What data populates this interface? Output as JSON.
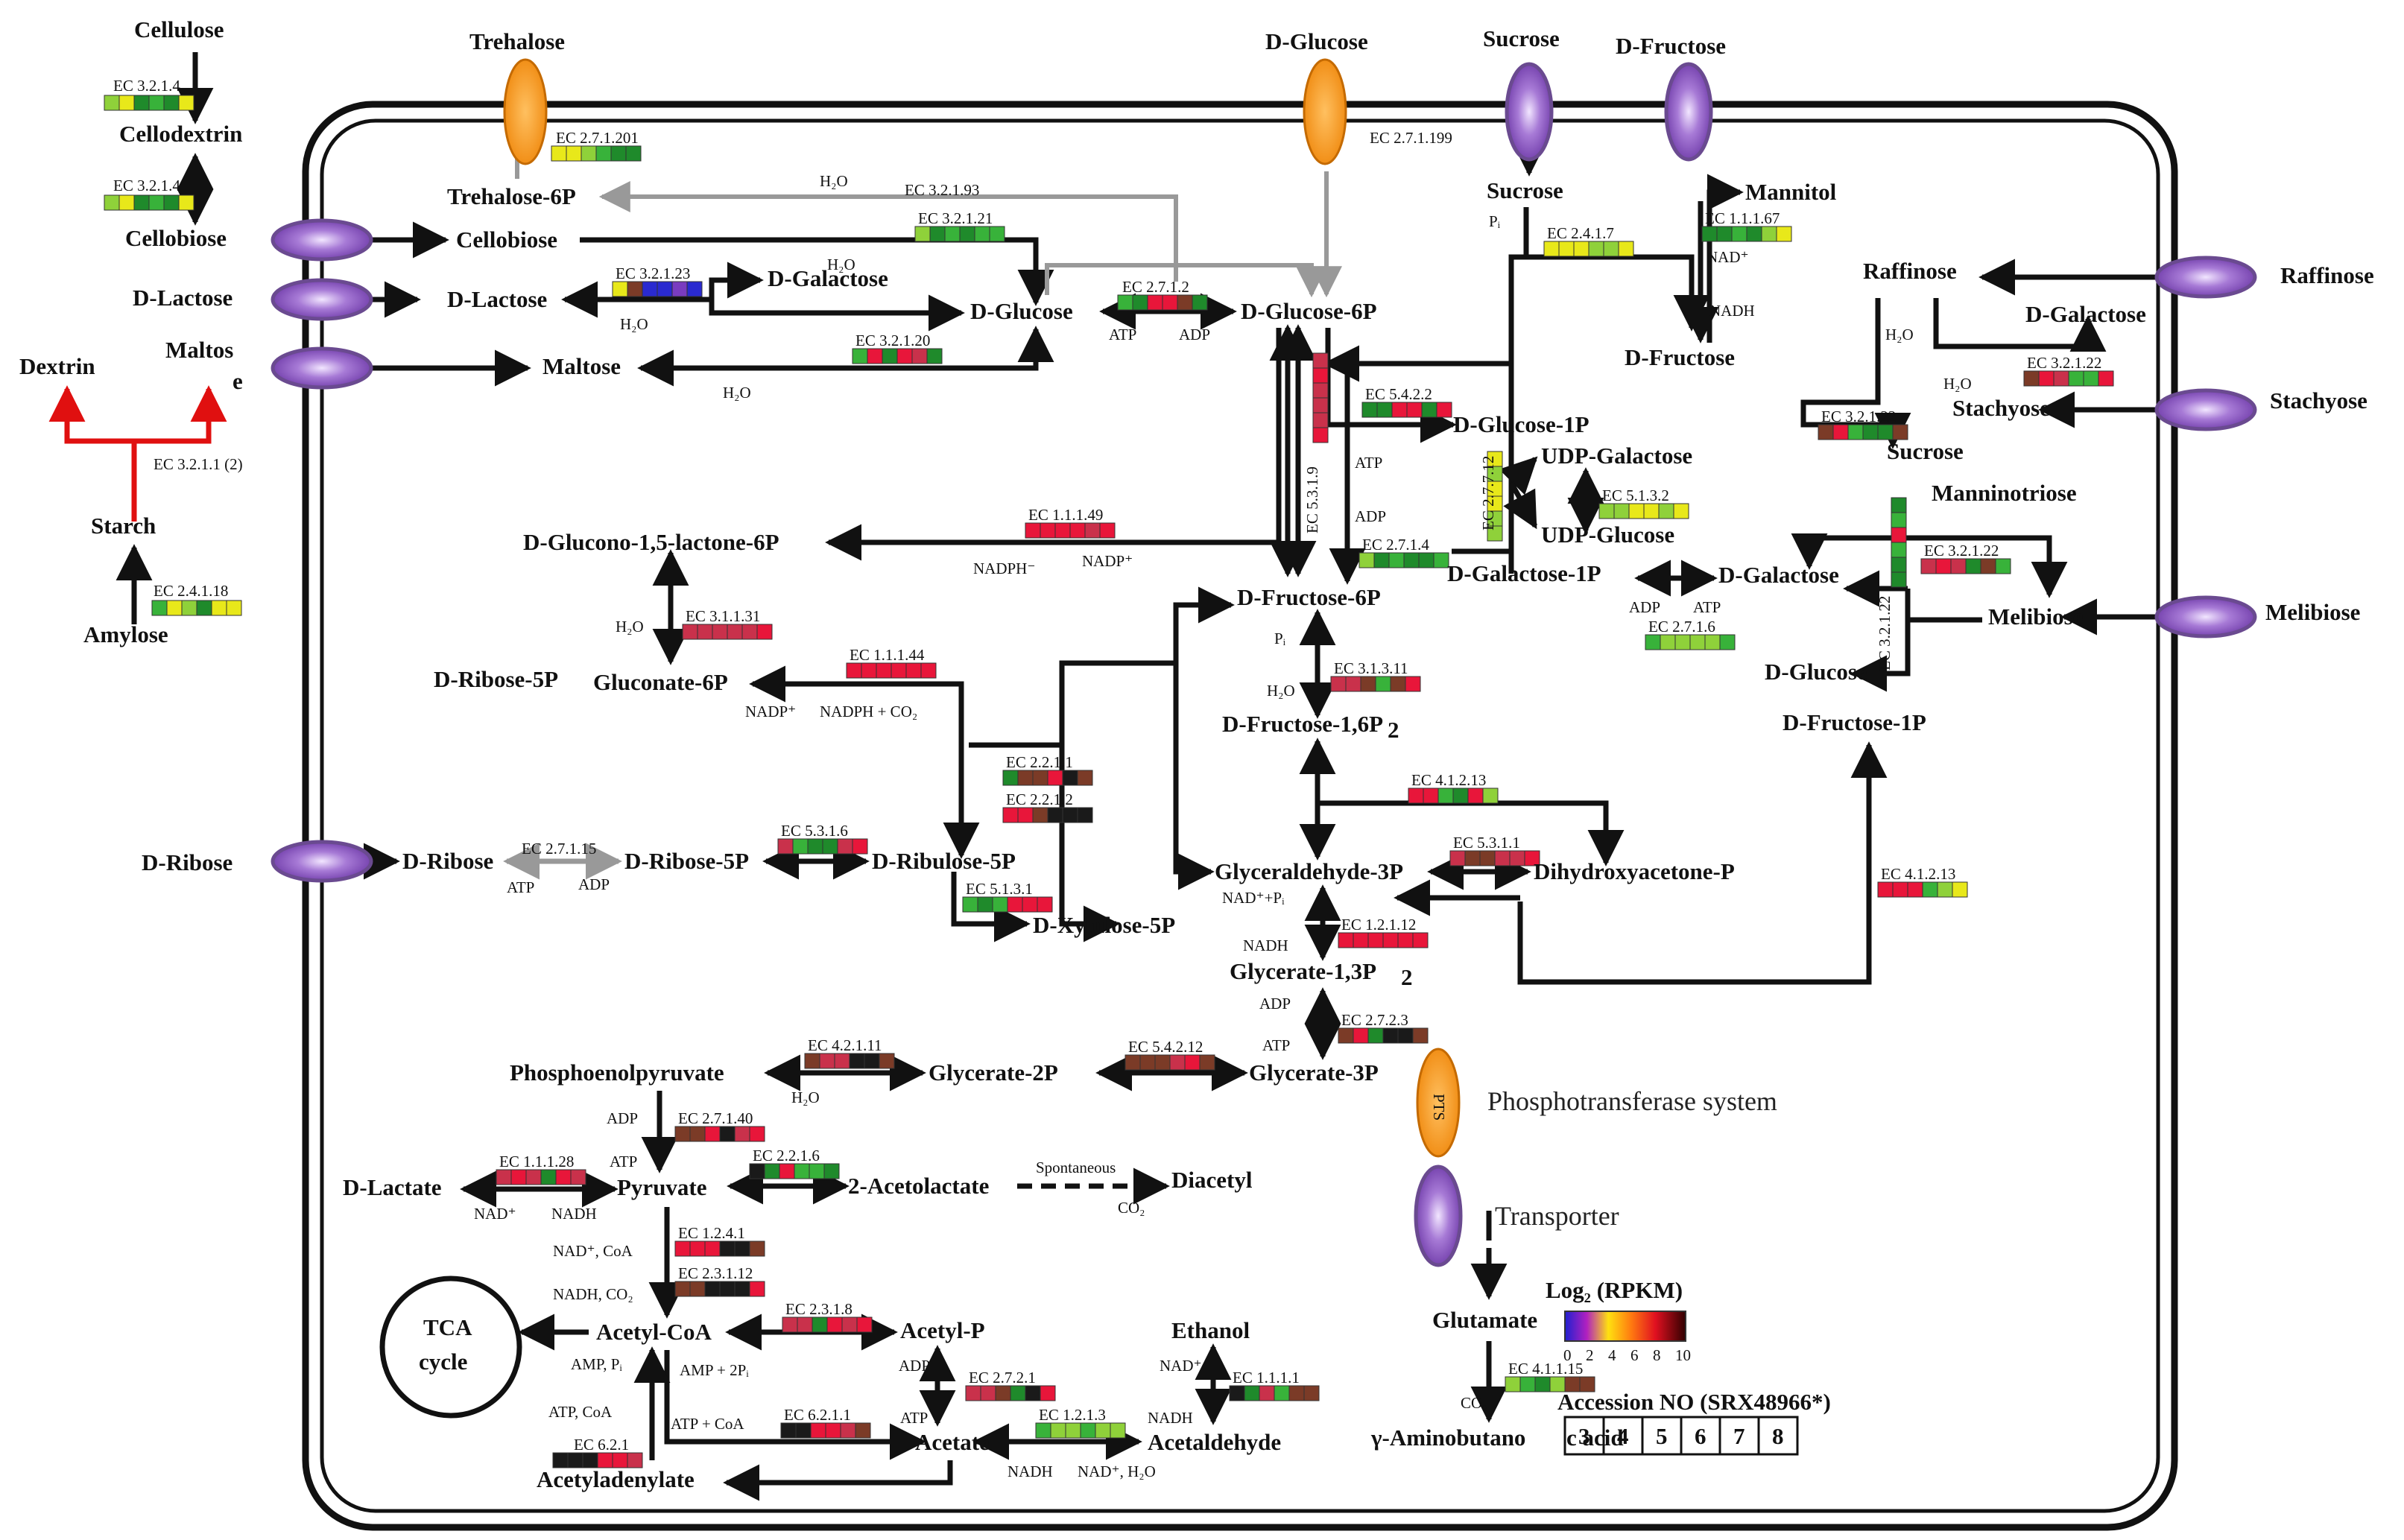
{
  "colors": {
    "up_strong": "#e8163a",
    "up_mid": "#c9314b",
    "dark": "#1a1a1a",
    "brown": "#7b3b27",
    "green_dark": "#1f8a2b",
    "green": "#38b23a",
    "green_light": "#8fd13a",
    "yellow": "#e8e81a",
    "blue": "#2a2ad0",
    "purple": "#7a3cc0",
    "pts": "#f39a1c",
    "transporter": "#8f5bc4",
    "starch_arrows": "#e01010",
    "gray_arrow": "#999999"
  },
  "metabolites": {
    "cellulose": "Cellulose",
    "cellodextrin": "Cellodextrin",
    "cellobiose_out": "Cellobiose",
    "d_lactose_out": "D-Lactose",
    "maltos": "Maltos",
    "maltos_e": "e",
    "dextrin": "Dextrin",
    "starch": "Starch",
    "amylose": "Amylose",
    "d_ribose_out": "D-Ribose",
    "trehalose_out": "Trehalose",
    "d_glucose_out": "D-Glucose",
    "sucrose_out": "Sucrose",
    "d_fructose_out": "D-Fructose",
    "raffinose_out": "Raffinose",
    "stachyose_out": "Stachyose",
    "melibiose_out": "Melibiose",
    "trehalose_6p": "Trehalose-6P",
    "cellobiose": "Cellobiose",
    "d_lactose": "D-Lactose",
    "d_galactose_1": "D-Galactose",
    "maltose": "Maltose",
    "d_glucose": "D-Glucose",
    "d_glucose_6p": "D-Glucose-6P",
    "sucrose": "Sucrose",
    "mannitol": "Mannitol",
    "d_fructose": "D-Fructose",
    "d_glucose_1p": "D-Glucose-1P",
    "udp_galactose": "UDP-Galactose",
    "udp_glucose": "UDP-Glucose",
    "d_galactose_1p": "D-Galactose-1P",
    "d_galactose": "D-Galactose",
    "raffinose": "Raffinose",
    "d_galactose_r": "D-Galactose",
    "stachyose": "Stachyose",
    "sucrose_r": "Sucrose",
    "manninotriose": "Manninotriose",
    "melibiose": "Melibiose",
    "d_glucose_r": "D-Glucose",
    "d_fructose_1p": "D-Fructose-1P",
    "glucono_lactone": "D-Glucono-1,5-lactone-6P",
    "gluconate_6p": "Gluconate-6P",
    "d_ribose_5p_left": "D-Ribose-5P",
    "d_fructose_6p": "D-Fructose-6P",
    "d_fructose_16p": "D-Fructose-1,6P",
    "d_fructose_16p_sub": "2",
    "d_ribose": "D-Ribose",
    "d_ribose_5p": "D-Ribose-5P",
    "d_ribulose_5p": "D-Ribulose-5P",
    "d_xylulose_5p": "D-Xylulose-5P",
    "glyceraldehyde_3p": "Glyceraldehyde-3P",
    "dihydroxyacetone_p": "Dihydroxyacetone-P",
    "glycerate_13p2": "Glycerate-1,3P",
    "glycerate_13p2_sub": "2",
    "glycerate_3p": "Glycerate-3P",
    "glycerate_2p": "Glycerate-2P",
    "pep": "Phosphoenolpyruvate",
    "pyruvate": "Pyruvate",
    "d_lactate": "D-Lactate",
    "acetolactate": "2-Acetolactate",
    "diacetyl": "Diacetyl",
    "acetyl_coa": "Acetyl-CoA",
    "acetyl_p": "Acetyl-P",
    "acetate": "Acetate",
    "acetaldehyde": "Acetaldehyde",
    "ethanol": "Ethanol",
    "acetyladenylate": "Acetyladenylate",
    "tca_1": "TCA",
    "tca_2": "cycle",
    "glutamate": "Glutamate",
    "gaba": "γ-Aminobutano",
    "gaba_tail": "c acid"
  },
  "enzymes": {
    "ec_cel1": "EC 3.2.1.4",
    "ec_cel2": "EC 3.2.1.4",
    "ec_2_7_1_201": "EC 2.7.1.201",
    "ec_2_7_1_199": "EC 2.7.1.199",
    "ec_3_2_1_93": "EC 3.2.1.93",
    "ec_3_2_1_21": "EC 3.2.1.21",
    "ec_3_2_1_23": "EC 3.2.1.23",
    "ec_2_7_1_2": "EC 2.7.1.2",
    "ec_3_2_1_20": "EC 3.2.1.20",
    "ec_3_2_1_1": "EC 3.2.1.1 (2)",
    "ec_2_4_1_18": "EC 2.4.1.18",
    "ec_2_4_1_7": "EC 2.4.1.7",
    "ec_1_1_1_67": "EC 1.1.1.67",
    "ec_5_4_2_2": "EC 5.4.2.2",
    "ec_2_7_7_12": "EC 2.7.7.12",
    "ec_5_1_3_2": "EC 5.1.3.2",
    "ec_2_7_1_6": "EC 2.7.1.6",
    "ec_3_2_1_22_a": "EC 3.2.1.22",
    "ec_3_2_1_22_b": "EC 3.2.1.22",
    "ec_3_2_1_22_c": "EC 3.2.1.22",
    "ec_3_2_1_22_d": "EC 3.2.1.22",
    "ec_5_3_1_9": "EC 5.3.1.9",
    "ec_2_7_1_4": "EC 2.7.1.4",
    "ec_1_1_1_49": "EC 1.1.1.49",
    "ec_3_1_1_31": "EC 3.1.1.31",
    "ec_1_1_1_44": "EC 1.1.1.44",
    "ec_3_1_3_11": "EC 3.1.3.11",
    "ec_2_2_1_1": "EC 2.2.1.1",
    "ec_2_2_1_2": "EC 2.2.1.2",
    "ec_4_1_2_13_a": "EC 4.1.2.13",
    "ec_4_1_2_13_b": "EC 4.1.2.13",
    "ec_5_3_1_1": "EC 5.3.1.1",
    "ec_2_7_1_15": "EC 2.7.1.15",
    "ec_5_3_1_6": "EC 5.3.1.6",
    "ec_5_1_3_1": "EC 5.1.3.1",
    "ec_1_2_1_12": "EC 1.2.1.12",
    "ec_2_7_2_3": "EC 2.7.2.3",
    "ec_5_4_2_12": "EC 5.4.2.12",
    "ec_4_2_1_11": "EC 4.2.1.11",
    "ec_2_7_1_40": "EC 2.7.1.40",
    "ec_1_1_1_28": "EC 1.1.1.28",
    "ec_2_2_1_6": "EC 2.2.1.6",
    "ec_1_2_4_1": "EC 1.2.4.1",
    "ec_2_3_1_12": "EC 2.3.1.12",
    "ec_2_3_1_8": "EC 2.3.1.8",
    "ec_2_7_2_1": "EC 2.7.2.1",
    "ec_6_2_1_1": "EC 6.2.1.1",
    "ec_6_2_1": "EC 6.2.1",
    "ec_1_2_1_3": "EC 1.2.1.3",
    "ec_1_1_1_1": "EC 1.1.1.1",
    "ec_4_1_1_15": "EC 4.1.1.15"
  },
  "cofactors": {
    "h2o_1": "H₂O",
    "h2o_2": "H₂O",
    "h2o_3": "H₂O",
    "h2o_4": "H₂O",
    "h2o_5": "H₂O",
    "h2o_6": "H₂O",
    "h2o_7": "H₂O",
    "h2o_8": "H₂O",
    "h2o_9": "H₂O",
    "atp_1": "ATP",
    "adp_1": "ADP",
    "pi_1": "Pᵢ",
    "nad_plus": "NAD⁺",
    "nadh_1": "NADH",
    "atp_2": "ATP",
    "adp_2": "ADP",
    "adp_3": "ADP",
    "atp_3": "ATP",
    "nadph_minus": "NADPH⁻",
    "nadp_plus": "NADP⁺",
    "nadp_2": "NADP⁺",
    "nadph_co2": "NADPH + CO₂",
    "pi_2": "Pᵢ",
    "atp_4": "ATP",
    "adp_4": "ADP",
    "nad_pi": "NAD⁺+Pᵢ",
    "nadh_2": "NADH",
    "adp_5": "ADP",
    "atp_5": "ATP",
    "adp_6": "ADP",
    "atp_6": "ATP",
    "nad_3": "NAD⁺",
    "nadh_3": "NADH",
    "spontaneous": "Spontaneous",
    "co2_1": "CO₂",
    "nad_coa": "NAD⁺, CoA",
    "nadh_co2": "NADH, CO₂",
    "amp_pi": "AMP, Pᵢ",
    "amp_2pi": "AMP + 2Pᵢ",
    "atp_coa": "ATP, CoA",
    "atp_coa_2": "ATP + CoA",
    "adp_7": "ADP",
    "atp_7": "ATP",
    "nadh_4": "NADH",
    "nad_h2o": "NAD⁺, H₂O",
    "nad_4": "NAD⁺",
    "nadh_5": "NADH",
    "co2_2": "CO₂"
  },
  "legend": {
    "pts_label": "Phosphotransferase system",
    "pts_glyph": "PTS",
    "transporter_label": "Transporter",
    "scale_title": "Log₂ (RPKM)",
    "scale_ticks": [
      "0",
      "2",
      "4",
      "6",
      "8",
      "10"
    ],
    "accession_title": "Accession NO (SRX48966*)",
    "accession_cells": [
      "3",
      "4",
      "5",
      "6",
      "7",
      "8"
    ]
  }
}
